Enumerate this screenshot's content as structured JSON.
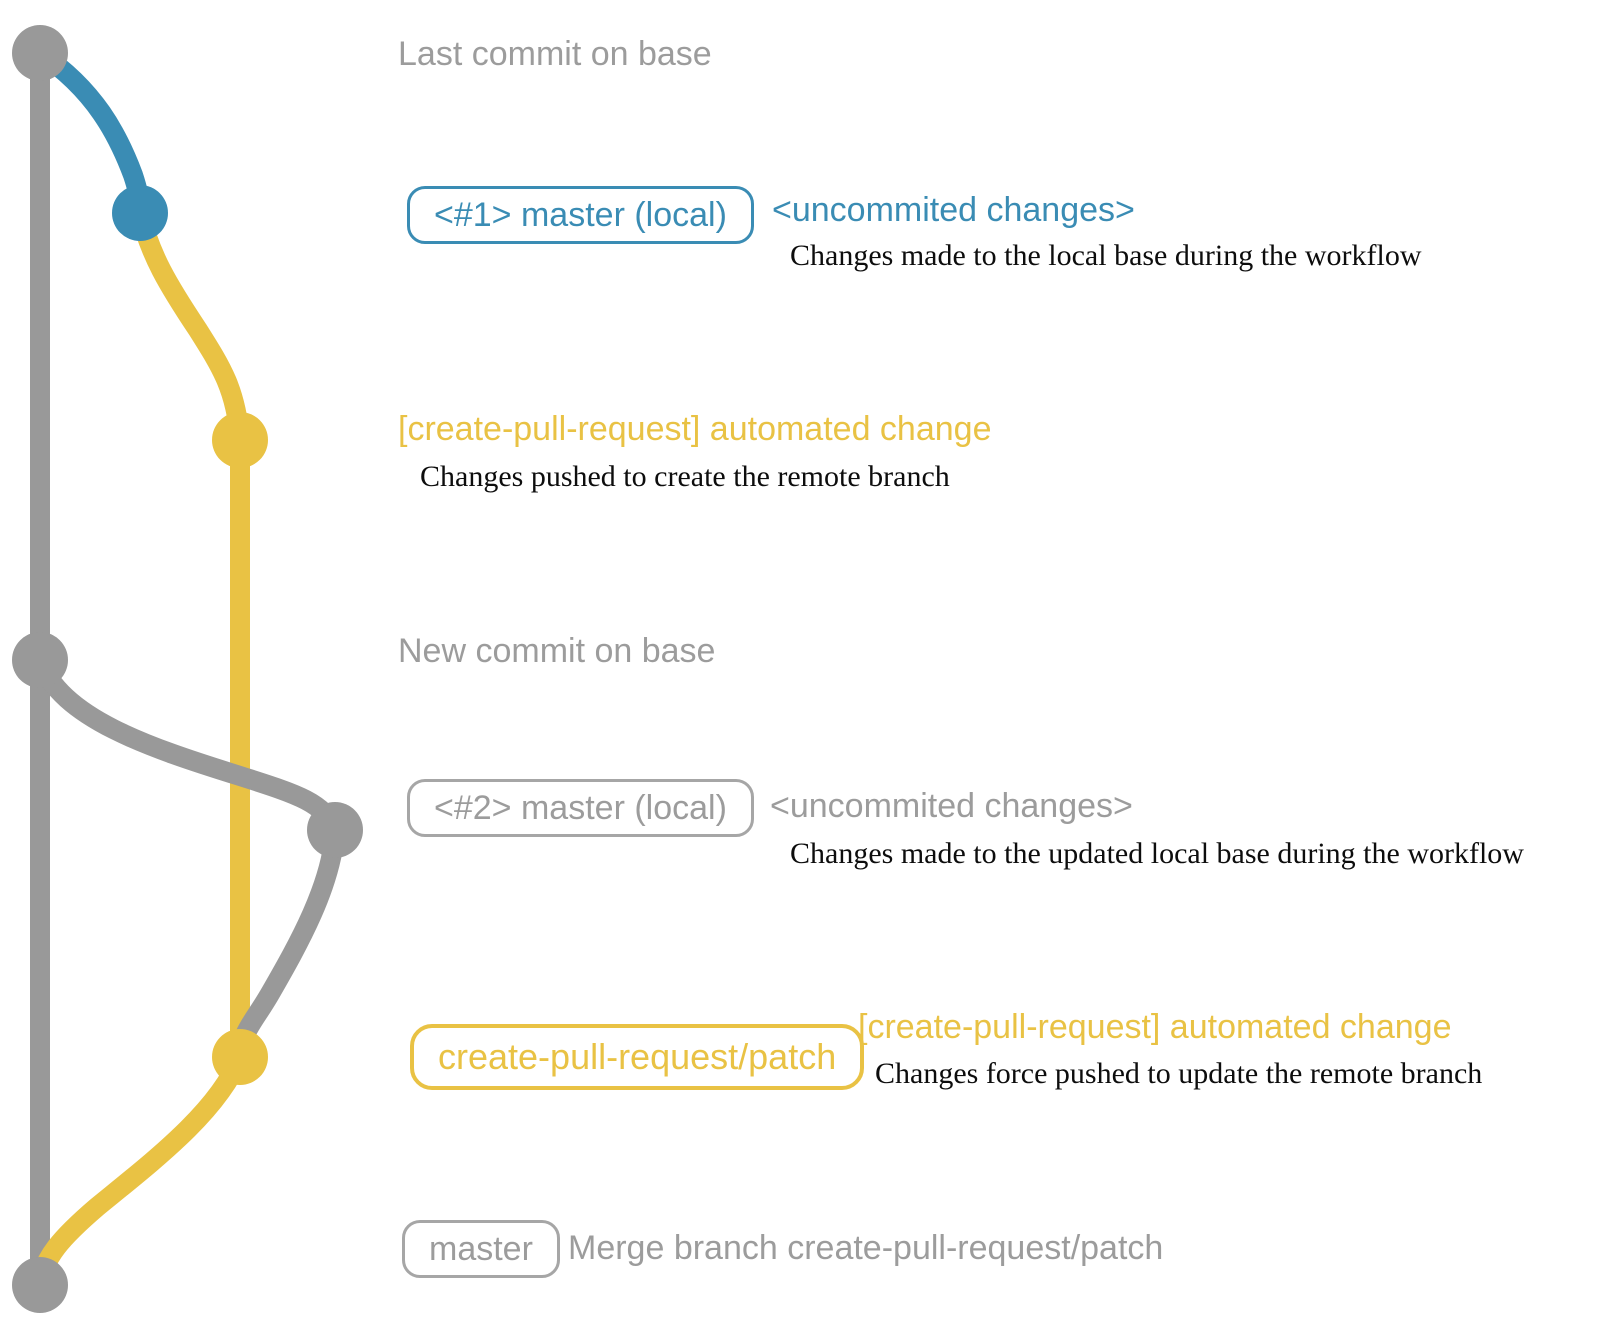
{
  "colors": {
    "gray": "#999999",
    "graytext": "#9c9c9c",
    "blue": "#3a8cb4",
    "yellow": "#e9c244",
    "desc": "#0d0d0d"
  },
  "graph": {
    "nodes": [
      {
        "name": "last-commit-on-base",
        "color": "gray"
      },
      {
        "name": "local-master-commit-1",
        "color": "blue"
      },
      {
        "name": "automated-change-commit-1",
        "color": "yellow"
      },
      {
        "name": "new-commit-on-base",
        "color": "gray"
      },
      {
        "name": "local-master-commit-2",
        "color": "gray"
      },
      {
        "name": "automated-change-commit-2",
        "color": "yellow"
      },
      {
        "name": "merge-commit",
        "color": "gray"
      }
    ],
    "branches": [
      {
        "name": "base",
        "color": "gray"
      },
      {
        "name": "master-local",
        "color": "blue"
      },
      {
        "name": "create-pull-request-patch",
        "color": "yellow"
      }
    ]
  },
  "annotations": {
    "row1": {
      "heading": "Last commit on base"
    },
    "row2": {
      "badge": "<#1> master (local)",
      "side": "<uncommited changes>",
      "desc": "Changes made to the local base during the workflow"
    },
    "row3": {
      "heading": "[create-pull-request] automated change",
      "desc": "Changes pushed to create the remote branch"
    },
    "row4": {
      "heading": "New commit on base"
    },
    "row5": {
      "badge": "<#2> master (local)",
      "side": "<uncommited changes>",
      "desc": "Changes made to the updated local base during the workflow"
    },
    "row6": {
      "badge": "create-pull-request/patch",
      "side": "[create-pull-request] automated change",
      "desc": "Changes force pushed to update the remote branch"
    },
    "row7": {
      "badge": "master",
      "side": "Merge branch create-pull-request/patch"
    }
  }
}
